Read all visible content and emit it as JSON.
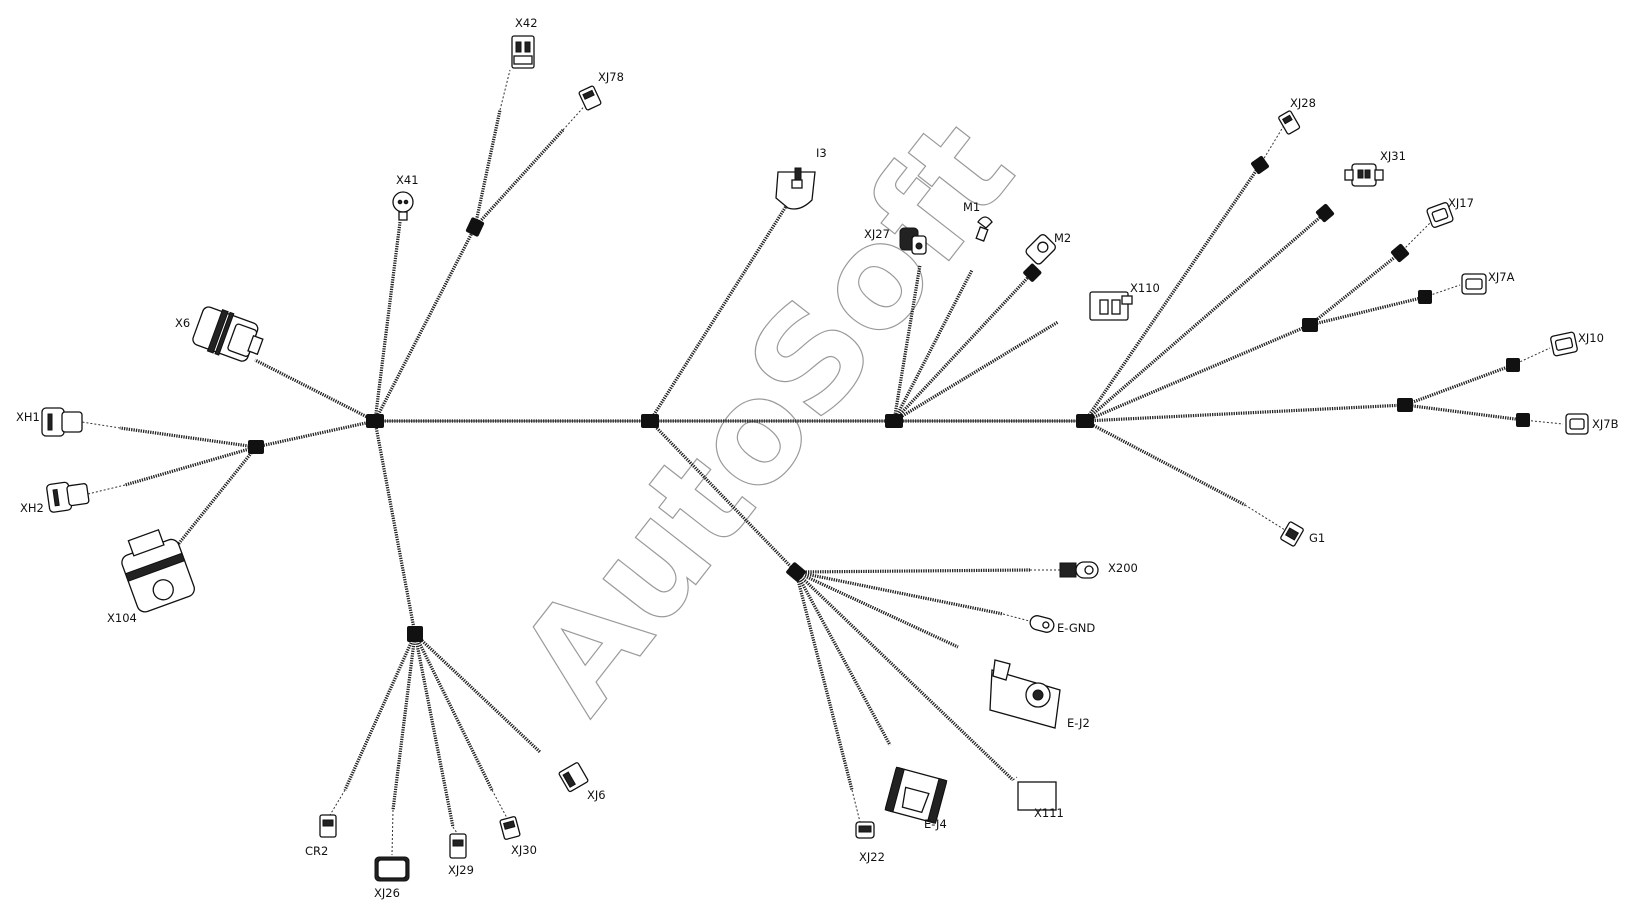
{
  "watermark": "AutoSoft",
  "connectors": {
    "X42": "X42",
    "XJ78": "XJ78",
    "X41": "X41",
    "I3": "I3",
    "XJ27": "XJ27",
    "M1": "M1",
    "M2": "M2",
    "X110": "X110",
    "XJ28": "XJ28",
    "XJ31": "XJ31",
    "XJ17": "XJ17",
    "XJ7A": "XJ7A",
    "XJ10": "XJ10",
    "XJ7B": "XJ7B",
    "G1": "G1",
    "X6": "X6",
    "XH1": "XH1",
    "XH2": "XH2",
    "X104": "X104",
    "X200": "X200",
    "E_GND": "E-GND",
    "E_J2": "E-J2",
    "X111": "X111",
    "E_J4": "E-J4",
    "XJ22": "XJ22",
    "XJ6": "XJ6",
    "XJ30": "XJ30",
    "XJ29": "XJ29",
    "XJ26": "XJ26",
    "CR2": "CR2"
  }
}
